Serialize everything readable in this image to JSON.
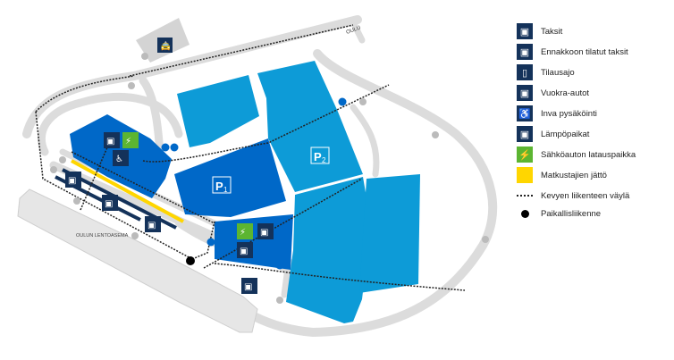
{
  "map": {
    "terminal_label": "OULUN LENTOASEMA",
    "direction_label": "OULU",
    "parking_areas": [
      {
        "name": "P",
        "number": "1"
      },
      {
        "name": "P",
        "number": "2"
      }
    ]
  },
  "legend": {
    "items": [
      {
        "label": "Taksit",
        "icon": "taxi-icon"
      },
      {
        "label": "Ennakkoon tilatut taksit",
        "icon": "prebooked-taxi-icon"
      },
      {
        "label": "Tilausajo",
        "icon": "bus-icon"
      },
      {
        "label": "Vuokra-autot",
        "icon": "rental-car-icon"
      },
      {
        "label": "Inva pysäköinti",
        "icon": "wheelchair-icon"
      },
      {
        "label": "Lämpöpaikat",
        "icon": "heated-parking-icon"
      },
      {
        "label": "Sähköauton latauspaikka",
        "icon": "ev-charging-icon"
      },
      {
        "label": "Matkustajien jättö",
        "icon": "drop-off-swatch"
      },
      {
        "label": "Kevyen liikenteen väylä",
        "icon": "pedestrian-path-line"
      },
      {
        "label": "Paikallisliikenne",
        "icon": "local-bus-stop-dot"
      }
    ]
  },
  "colors": {
    "parking_light": "#0d9bd7",
    "parking_dark": "#0068c8",
    "road": "#dcdcdc",
    "icon_navy": "#14325a",
    "ev_green": "#5cb531",
    "dropoff_yellow": "#ffd600"
  }
}
